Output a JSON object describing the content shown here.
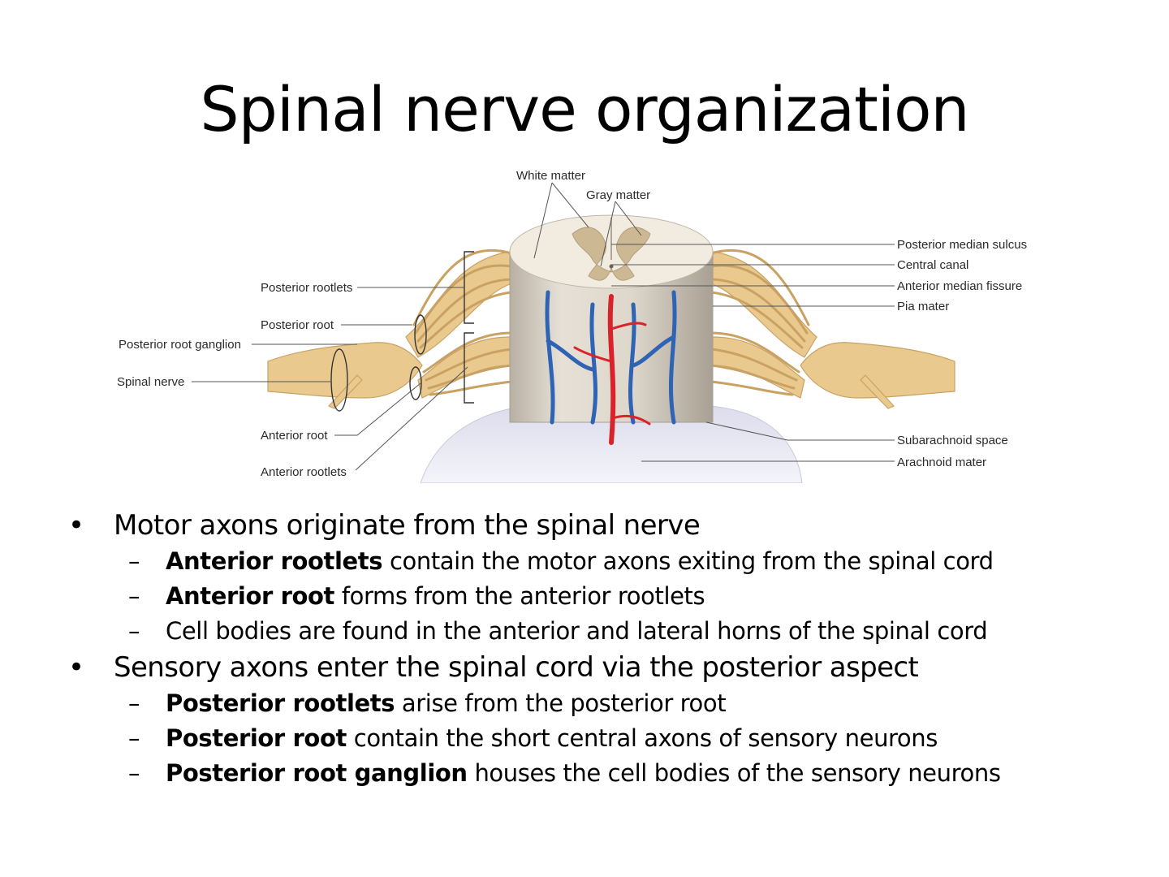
{
  "slide": {
    "title": "Spinal nerve organization"
  },
  "figure": {
    "labels": {
      "white_matter": "White matter",
      "gray_matter": "Gray matter",
      "posterior_median_sulcus": "Posterior median sulcus",
      "central_canal": "Central canal",
      "anterior_median_fissure": "Anterior median fissure",
      "pia_mater": "Pia mater",
      "posterior_rootlets": "Posterior rootlets",
      "posterior_root": "Posterior root",
      "posterior_root_ganglion": "Posterior root ganglion",
      "spinal_nerve": "Spinal nerve",
      "anterior_root": "Anterior root",
      "anterior_rootlets": "Anterior rootlets",
      "subarachnoid_space": "Subarachnoid space",
      "arachnoid_mater": "Arachnoid mater"
    },
    "colors": {
      "nerve": "#e9c98e",
      "nerve_dark": "#c9a263",
      "vein": "#2f63b4",
      "artery": "#d8232a",
      "cord": "#d9d2c6",
      "gray_matter": "#cdb894"
    }
  },
  "bullets": [
    {
      "text": "Motor axons originate from the spinal nerve",
      "subs": [
        {
          "term": "Anterior rootlets",
          "rest": " contain the motor axons exiting from the spinal cord"
        },
        {
          "term": "Anterior root",
          "rest": " forms from the anterior rootlets"
        },
        {
          "term": "",
          "rest": "Cell bodies are found in the anterior and lateral horns of the spinal cord"
        }
      ]
    },
    {
      "text": "Sensory axons enter the spinal cord via the posterior aspect",
      "subs": [
        {
          "term": "Posterior rootlets",
          "rest": " arise from the posterior root"
        },
        {
          "term": "Posterior root",
          "rest": " contain the short central axons of sensory neurons"
        },
        {
          "term": "Posterior root ganglion",
          "rest": " houses the cell bodies of the sensory neurons"
        }
      ]
    }
  ],
  "markers": {
    "bullet": "•",
    "dash": "–"
  }
}
